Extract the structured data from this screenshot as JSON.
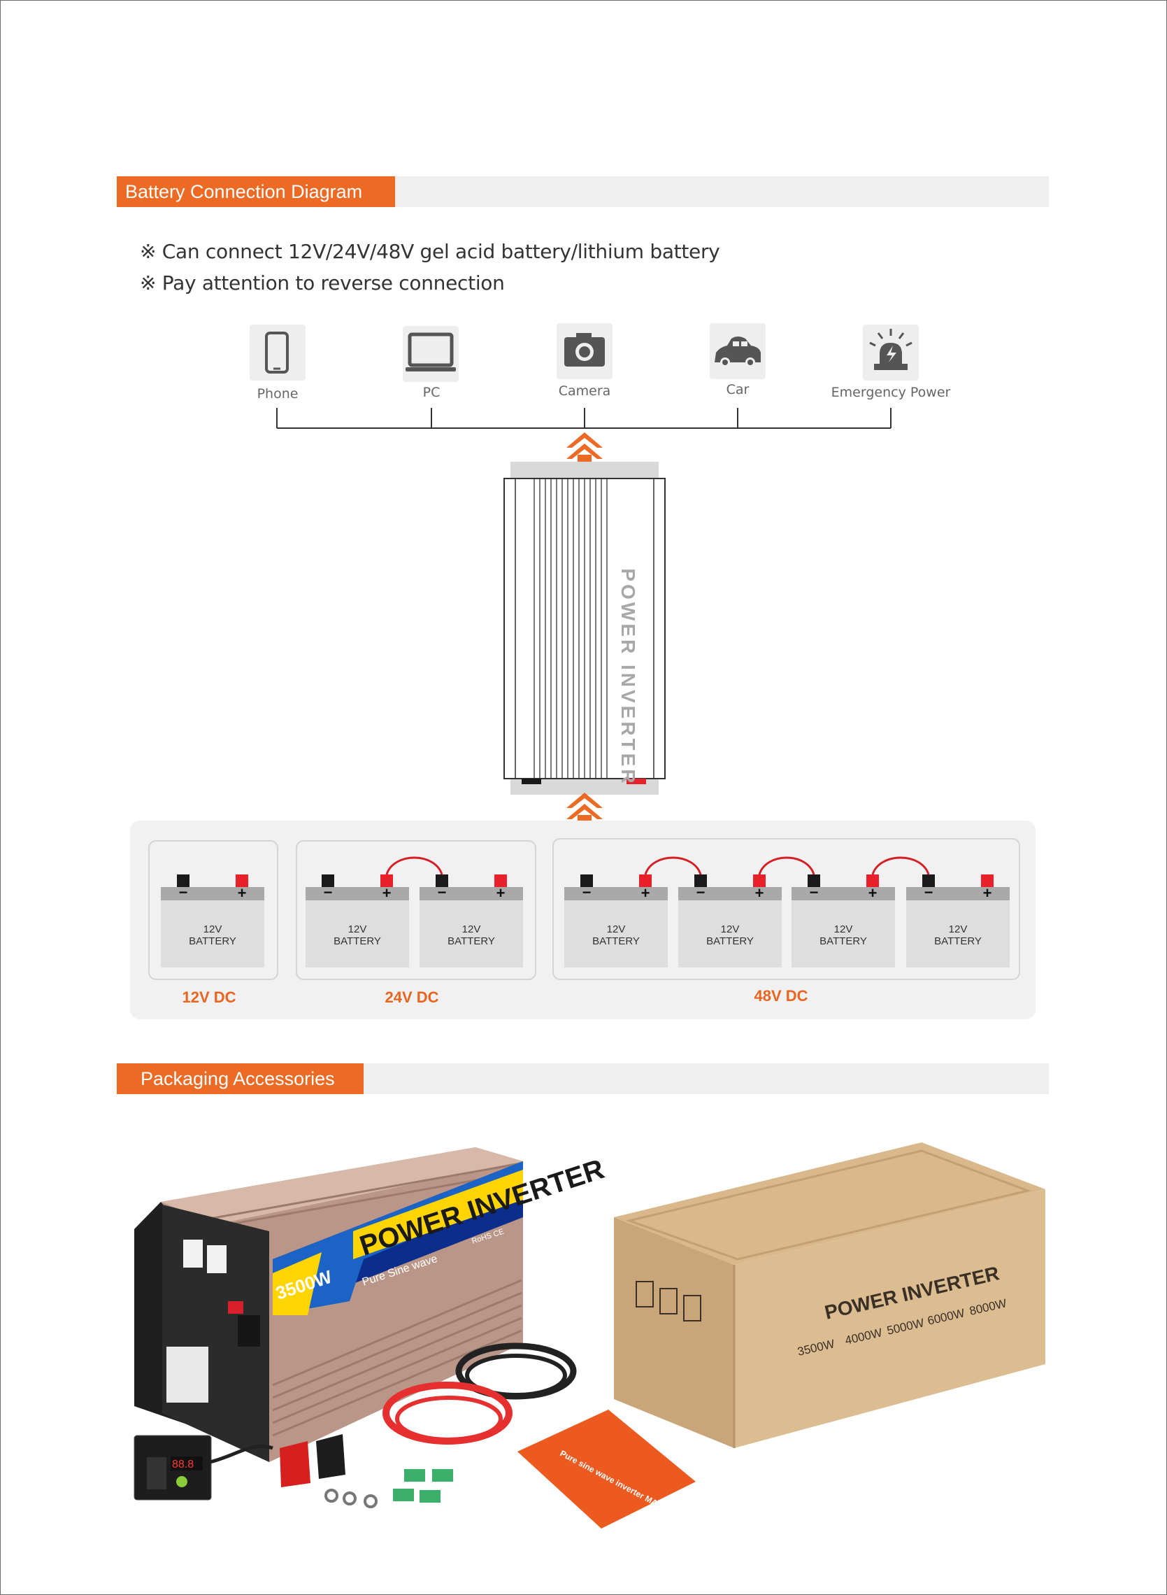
{
  "sections": {
    "battery": {
      "title": "Battery Connection Diagram"
    },
    "packaging": {
      "title": "Packaging Accessories"
    }
  },
  "notes": [
    "※ Can connect 12V/24V/48V gel acid battery/lithium battery",
    "※ Pay attention to reverse connection"
  ],
  "devices": [
    {
      "label": "Phone",
      "icon": "phone-icon"
    },
    {
      "label": "PC",
      "icon": "monitor-icon"
    },
    {
      "label": "Camera",
      "icon": "camera-icon"
    },
    {
      "label": "Car",
      "icon": "car-icon"
    },
    {
      "label": "Emergency Power",
      "icon": "emergency-light-icon"
    }
  ],
  "inverter": {
    "label": "POWER INVERTER"
  },
  "battery_groups": [
    {
      "voltage": "12V DC",
      "count": 1
    },
    {
      "voltage": "24V DC",
      "count": 2
    },
    {
      "voltage": "48V DC",
      "count": 4
    }
  ],
  "battery_label": {
    "line1": "12V",
    "line2": "BATTERY"
  },
  "terminal_signs": {
    "negative": "−",
    "positive": "+"
  },
  "product": {
    "brand_text": "POWER INVERTER",
    "wattage": "3500W",
    "subtitle": "Pure Sine wave",
    "cert": "RoHS CE",
    "remote_reading": "88.8",
    "manual_title": "Pure sine wave inverter MANUAL"
  },
  "box": {
    "title": "POWER INVERTER",
    "options": [
      "3500W",
      "4000W",
      "5000W",
      "6000W",
      "8000W"
    ]
  },
  "colors": {
    "accent": "#ec6a24",
    "section_bg": "#efefef",
    "terminal_pos": "#e8202a",
    "terminal_neg": "#1a1a1a"
  }
}
